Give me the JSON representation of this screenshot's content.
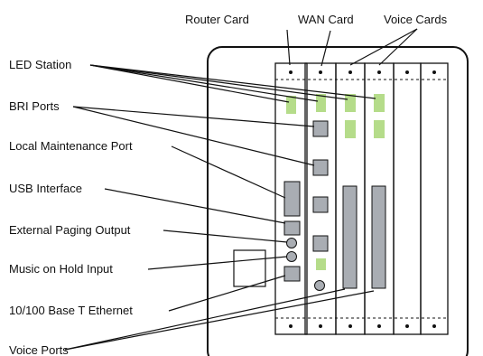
{
  "labels": {
    "router_card": "Router Card",
    "wan_card": "WAN Card",
    "voice_cards": "Voice Cards",
    "led_station": "LED Station",
    "bri_ports": "BRI Ports",
    "local_maintenance_port": "Local Maintenance Port",
    "usb_interface": "USB Interface",
    "external_paging_output": "External Paging Output",
    "music_on_hold_input": "Music on Hold Input",
    "ethernet": "10/100 Base T Ethernet",
    "voice_ports": "Voice Ports"
  },
  "colors": {
    "led": "#b5dc8a",
    "port": "#a9adb3",
    "outline": "#111111",
    "background": "#ffffff"
  }
}
